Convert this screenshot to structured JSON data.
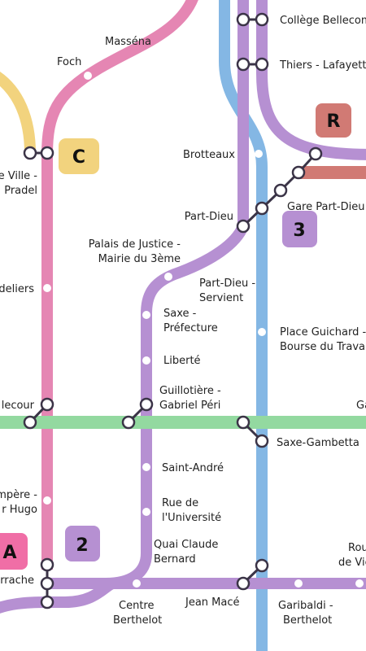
{
  "colors": {
    "line_yellow": "#f2d37e",
    "line_pink": "#e586b3",
    "line_purple": "#b690d2",
    "line_blue": "#84b7e4",
    "line_green": "#93d9a0",
    "line_red": "#d17a74",
    "badge_C": "#f2d37e",
    "badge_R": "#d17a74",
    "badge_3": "#b690d2",
    "badge_2": "#b690d2",
    "badge_A": "#f06ea6",
    "node_stroke": "#3b3447"
  },
  "badges": {
    "C": "C",
    "R": "R",
    "three": "3",
    "two": "2",
    "A": "A"
  },
  "stations": {
    "college_bellecombe": "Collège Bellecombe",
    "thiers_lafayette": "Thiers - Lafayette",
    "massena": "Masséna",
    "foch": "Foch",
    "hotel_de_ville_1": "e Ville -",
    "hotel_de_ville_2": "Pradel",
    "brotteaux": "Brotteaux",
    "part_dieu": "Part-Dieu",
    "gare_part_dieu": "Gare Part-Dieu",
    "palais_justice_1": "Palais de Justice -",
    "palais_justice_2": "Mairie du 3ème",
    "part_dieu_servient_1": "Part-Dieu -",
    "part_dieu_servient_2": "Servient",
    "cordeliers": "deliers",
    "saxe_prefecture_1": "Saxe -",
    "saxe_prefecture_2": "Préfecture",
    "place_guichard_1": "Place Guichard -",
    "place_guichard_2": "Bourse du Travail",
    "liberte": "Liberté",
    "guillotiere_1": "Guillotière -",
    "guillotiere_2": "Gabriel Péri",
    "bellecour": "lecour",
    "saxe_gambetta": "Saxe-Gambetta",
    "gare_right": "Ga",
    "saint_andre": "Saint-André",
    "ampere_1": "mpère -",
    "ampere_2": "r Hugo",
    "rue_universite_1": "Rue de",
    "rue_universite_2": "l'Université",
    "quai_claude_1": "Quai Claude",
    "quai_claude_2": "Bernard",
    "perrache": "rrache",
    "centre_berthelot_1": "Centre",
    "centre_berthelot_2": "Berthelot",
    "jean_mace": "Jean Macé",
    "garibaldi_1": "Garibaldi -",
    "garibaldi_2": "Berthelot",
    "route_vienne_1": "Rou",
    "route_vienne_2": "de Vie"
  }
}
